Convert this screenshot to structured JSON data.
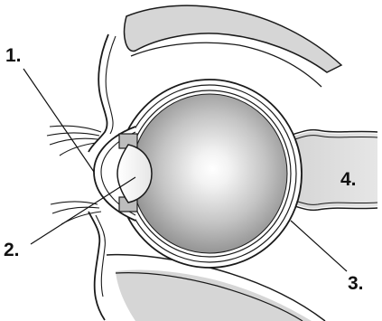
{
  "labels": {
    "one": "1.",
    "two": "2.",
    "three": "3.",
    "four": "4."
  },
  "colors": {
    "background": "#ffffff",
    "line": "#1a1a1a",
    "tissue": "#d6d6d6",
    "eyeball_light": "#ffffff",
    "eyeball_dark": "#7e7e7e",
    "lens": "#f4f4f4"
  }
}
